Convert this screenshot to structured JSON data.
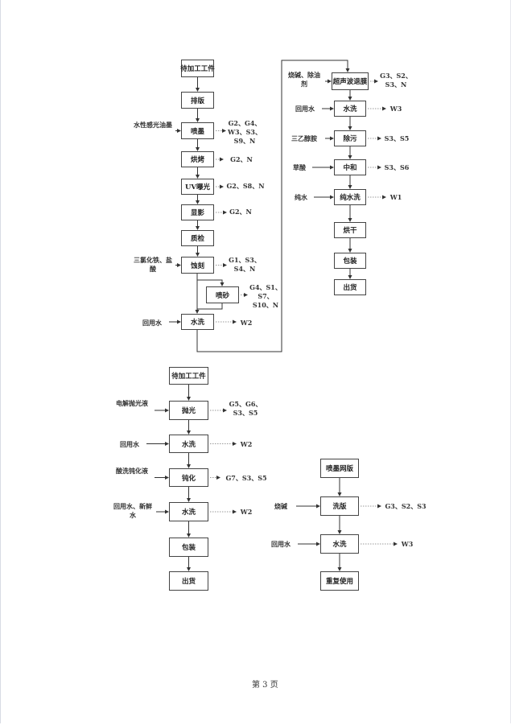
{
  "flows": [
    {
      "name": "etching-process",
      "steps": [
        {
          "label": "待加工工件"
        },
        {
          "label": "排版"
        },
        {
          "label": "喷墨",
          "input": "水性感光油墨",
          "output": "G2、G4、W3、S3、S9、N"
        },
        {
          "label": "烘烤",
          "output": "G2、N"
        },
        {
          "label": "UV曝光",
          "output": "G2、S8、N"
        },
        {
          "label": "显影",
          "output": "G2、N"
        },
        {
          "label": "质检"
        },
        {
          "label": "蚀刻",
          "input": "三氯化铁、盐酸",
          "output": "G1、S3、S4、N"
        },
        {
          "label": "喷砂",
          "output": "G4、S1、S7、S10、N"
        },
        {
          "label": "水洗",
          "input": "回用水",
          "output": "W2"
        }
      ]
    },
    {
      "name": "film-removal-process",
      "steps": [
        {
          "label": "超声波退膜",
          "input": "烧碱、除油剂",
          "output": "G3、S2、S3、N"
        },
        {
          "label": "水洗",
          "input": "回用水",
          "output": "W3"
        },
        {
          "label": "除污",
          "input": "三乙醇胺",
          "output": "S3、S5"
        },
        {
          "label": "中和",
          "input": "草酸",
          "output": "S3、S6"
        },
        {
          "label": "纯水洗",
          "input": "纯水",
          "output": "W1"
        },
        {
          "label": "烘干"
        },
        {
          "label": "包装"
        },
        {
          "label": "出货"
        }
      ]
    },
    {
      "name": "polishing-process",
      "steps": [
        {
          "label": "待加工工件"
        },
        {
          "label": "抛光",
          "input": "电解抛光液",
          "output": "G5、G6、S3、S5"
        },
        {
          "label": "水洗",
          "input": "回用水",
          "output": "W2"
        },
        {
          "label": "钝化",
          "input": "酸洗钝化液",
          "output": "G7、S3、S5"
        },
        {
          "label": "水洗",
          "input": "回用水、新鲜水",
          "output": "W2"
        },
        {
          "label": "包装"
        },
        {
          "label": "出货"
        }
      ]
    },
    {
      "name": "screen-cleaning-process",
      "steps": [
        {
          "label": "喷墨网版"
        },
        {
          "label": "洗版",
          "input": "烧碱",
          "output": "G3、S2、S3"
        },
        {
          "label": "水洗",
          "input": "回用水",
          "output": "W3"
        },
        {
          "label": "重复使用"
        }
      ]
    }
  ],
  "page_number": "第 3 页"
}
